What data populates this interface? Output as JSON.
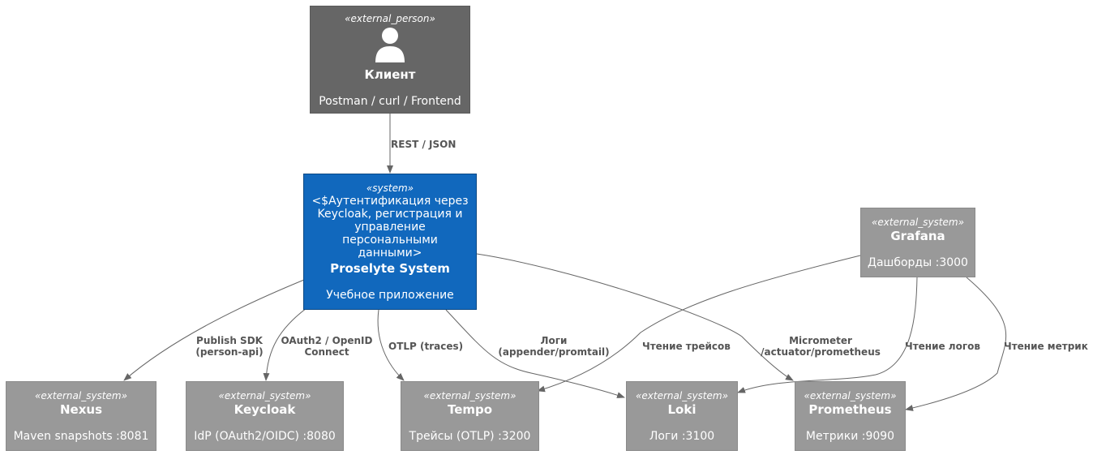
{
  "colors": {
    "person": "#666666",
    "system": "#1168bd",
    "external_system": "#999999",
    "edge": "#666666",
    "label": "#555555"
  },
  "nodes": {
    "client": {
      "stereotype": "«external_person»",
      "name": "Клиент",
      "description": "Postman / curl / Frontend",
      "icon": "person-icon"
    },
    "proselyte": {
      "stereotype": "«system»",
      "extra": "<$Аутентификация через Keycloak, регистрация и управление персональными данными>",
      "name": "Proselyte System",
      "description": "Учебное приложение"
    },
    "grafana": {
      "stereotype": "«external_system»",
      "name": "Grafana",
      "description": "Дашборды :3000"
    },
    "nexus": {
      "stereotype": "«external_system»",
      "name": "Nexus",
      "description": "Maven snapshots :8081"
    },
    "keycloak": {
      "stereotype": "«external_system»",
      "name": "Keycloak",
      "description": "IdP (OAuth2/OIDC) :8080"
    },
    "tempo": {
      "stereotype": "«external_system»",
      "name": "Tempo",
      "description": "Трейсы (OTLP) :3200"
    },
    "loki": {
      "stereotype": "«external_system»",
      "name": "Loki",
      "description": "Логи :3100"
    },
    "prometheus": {
      "stereotype": "«external_system»",
      "name": "Prometheus",
      "description": "Метрики :9090"
    }
  },
  "edges": {
    "client_system": "REST / JSON",
    "system_nexus": "Publish SDK (person-api)",
    "system_keycloak": "OAuth2 / OpenID Connect",
    "system_tempo": "OTLP (traces)",
    "system_loki": "Логи (appender/promtail)",
    "system_prometheus": "Micrometer /actuator/prometheus",
    "grafana_tempo": "Чтение трейсов",
    "grafana_loki": "Чтение логов",
    "grafana_prometheus": "Чтение метрик"
  }
}
